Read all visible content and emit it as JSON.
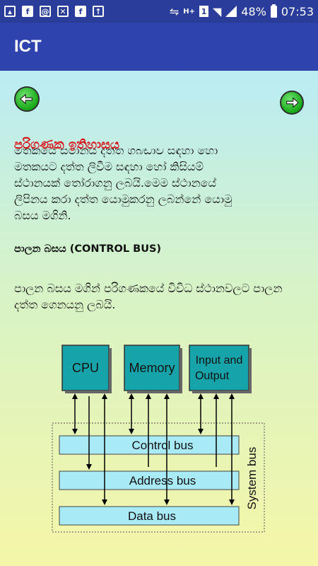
{
  "status_bar": {
    "battery": "48%",
    "time": "07:53",
    "sim_slot": "1",
    "network_tag": "H+",
    "icons": [
      "image-icon",
      "facebook-icon",
      "email-icon",
      "mail-icon",
      "facebook-icon",
      "upload-icon",
      "vibrate-icon",
      "sim-icon",
      "wifi-icon",
      "signal-icon",
      "battery-icon"
    ]
  },
  "app_bar": {
    "title": "ICT"
  },
  "nav": {
    "prev_icon": "arrow-left-icon",
    "next_icon": "arrow-right-icon"
  },
  "content": {
    "title": "පරිගණක ඉතිහාසය",
    "paragraph1": [
      "මතකයේ ස්ථානය දත්ත ගබඩාව සඳහා හෝ",
      "මතකයට දත්ත ලිවීම සඳහා හෝ කිසියම්",
      "ස්ථානයක් තෝරාගනු ලබයි.මෙම ස්ථානයේ",
      "ලිපිනය කරා දත්ත යොමුකරනු ලබන්නේ යොමු",
      "බසය මගිනි."
    ],
    "heading": "පාලන බසය (CONTROL BUS)",
    "paragraph2": "පාලන බසය මගින් පරිගණකයේ විවිධ ස්ථානවලට පාලන දත්ත ගෙනයනු ලබයි."
  },
  "diagram": {
    "blocks": {
      "cpu": "CPU",
      "memory": "Memory",
      "io_line1": "Input and",
      "io_line2": "Output"
    },
    "buses": {
      "control": "Control bus",
      "address": "Address bus",
      "data": "Data bus"
    },
    "system_label": "System bus",
    "colors": {
      "block": "#16a3a9",
      "bus": "#a9eaf7"
    }
  }
}
